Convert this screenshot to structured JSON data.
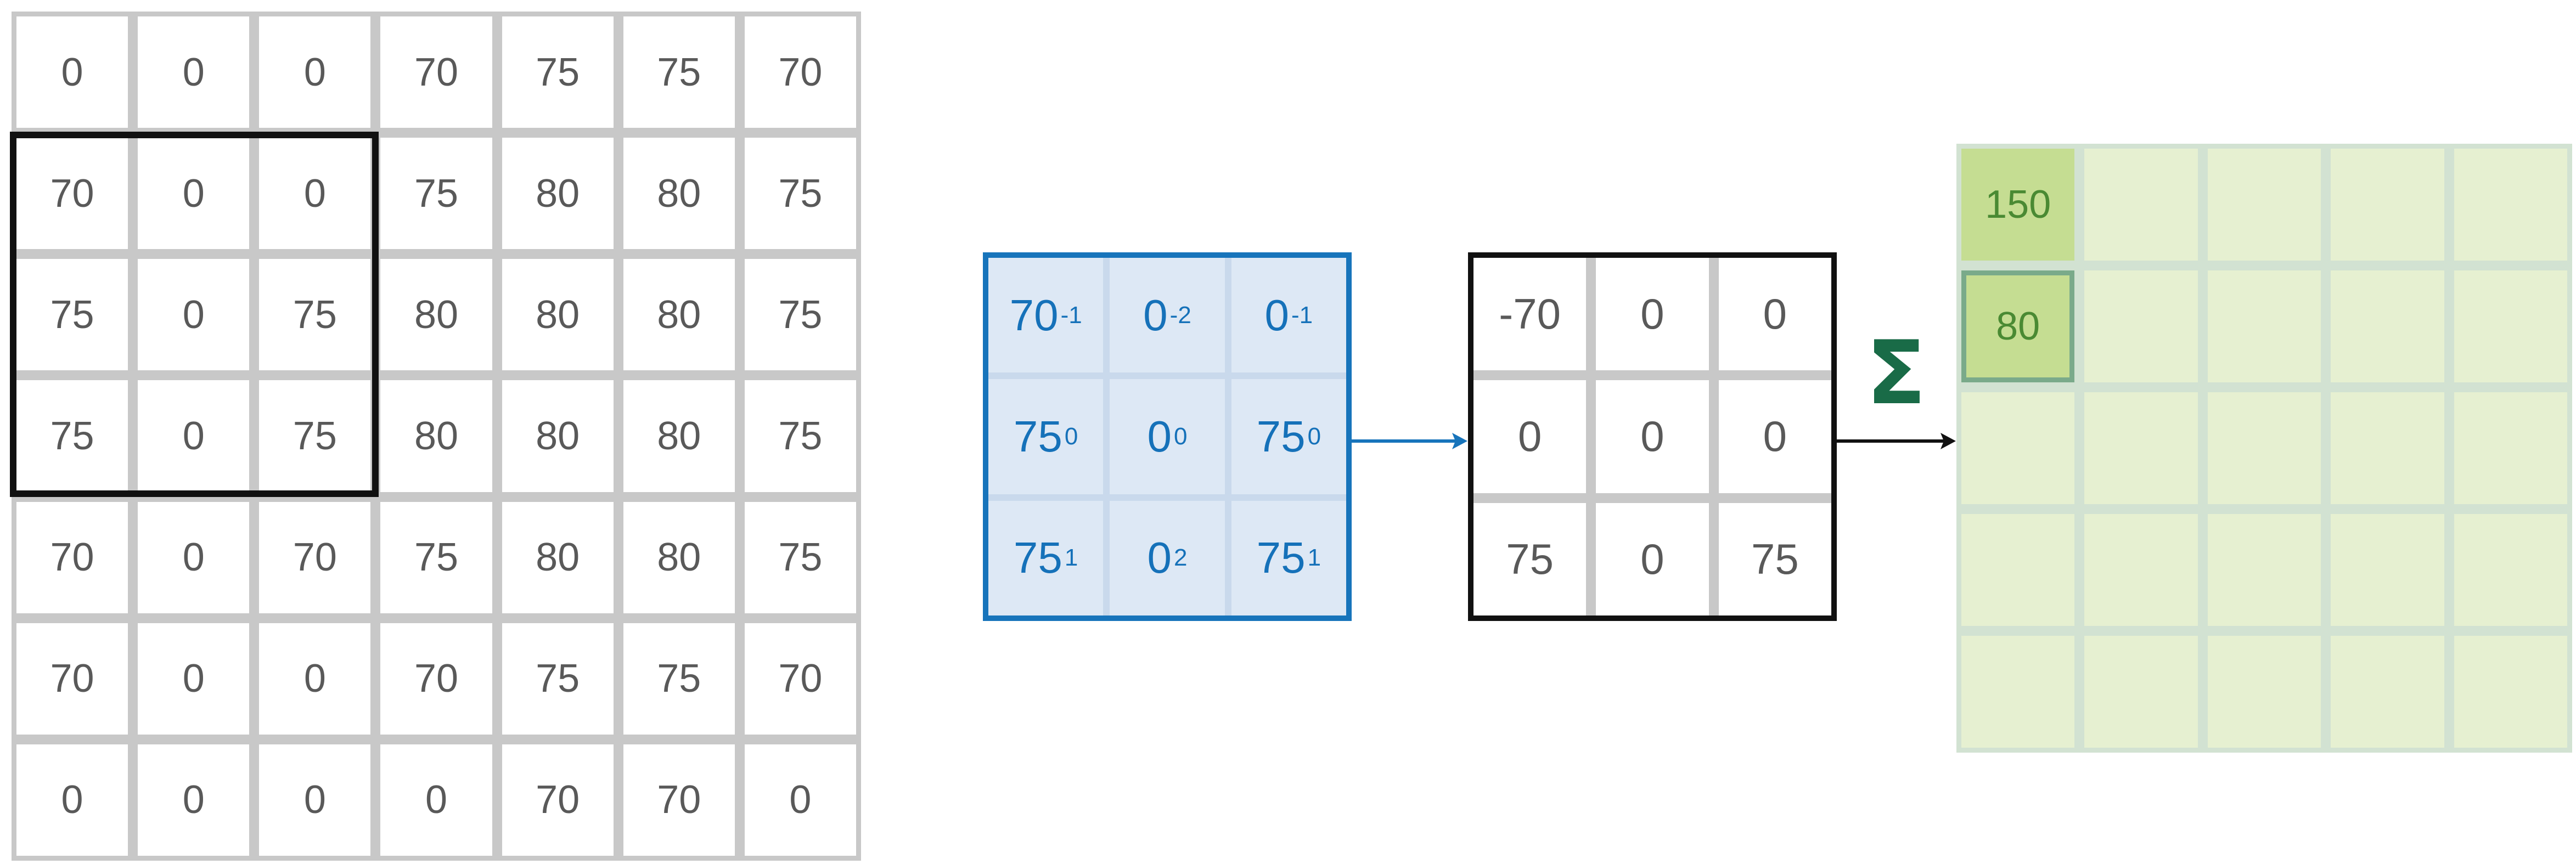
{
  "input_matrix": [
    [
      "0",
      "0",
      "0",
      "70",
      "75",
      "75",
      "70"
    ],
    [
      "70",
      "0",
      "0",
      "75",
      "80",
      "80",
      "75"
    ],
    [
      "75",
      "0",
      "75",
      "80",
      "80",
      "80",
      "75"
    ],
    [
      "75",
      "0",
      "75",
      "80",
      "80",
      "80",
      "75"
    ],
    [
      "70",
      "0",
      "70",
      "75",
      "80",
      "80",
      "75"
    ],
    [
      "70",
      "0",
      "0",
      "70",
      "75",
      "75",
      "70"
    ],
    [
      "0",
      "0",
      "0",
      "0",
      "70",
      "70",
      "0"
    ]
  ],
  "kernel": [
    [
      {
        "value": "70",
        "weight": "-1"
      },
      {
        "value": "0",
        "weight": "-2"
      },
      {
        "value": "0",
        "weight": "-1"
      }
    ],
    [
      {
        "value": "75",
        "weight": "0"
      },
      {
        "value": "0",
        "weight": "0"
      },
      {
        "value": "75",
        "weight": "0"
      }
    ],
    [
      {
        "value": "75",
        "weight": "1"
      },
      {
        "value": "0",
        "weight": "2"
      },
      {
        "value": "75",
        "weight": "1"
      }
    ]
  ],
  "product_matrix": [
    [
      "-70",
      "0",
      "0"
    ],
    [
      "0",
      "0",
      "0"
    ],
    [
      "75",
      "0",
      "75"
    ]
  ],
  "sum_symbol": "Σ",
  "output_matrix": [
    [
      "150",
      "",
      "",
      "",
      ""
    ],
    [
      "80",
      "",
      "",
      "",
      ""
    ],
    [
      "",
      "",
      "",
      "",
      ""
    ],
    [
      "",
      "",
      "",
      "",
      ""
    ],
    [
      "",
      "",
      "",
      "",
      ""
    ]
  ],
  "colors": {
    "kernel_accent": "#1774bb",
    "sum_symbol": "#196b47",
    "output_filled": "#c5dd92",
    "output_empty": "#e6f0d1"
  }
}
